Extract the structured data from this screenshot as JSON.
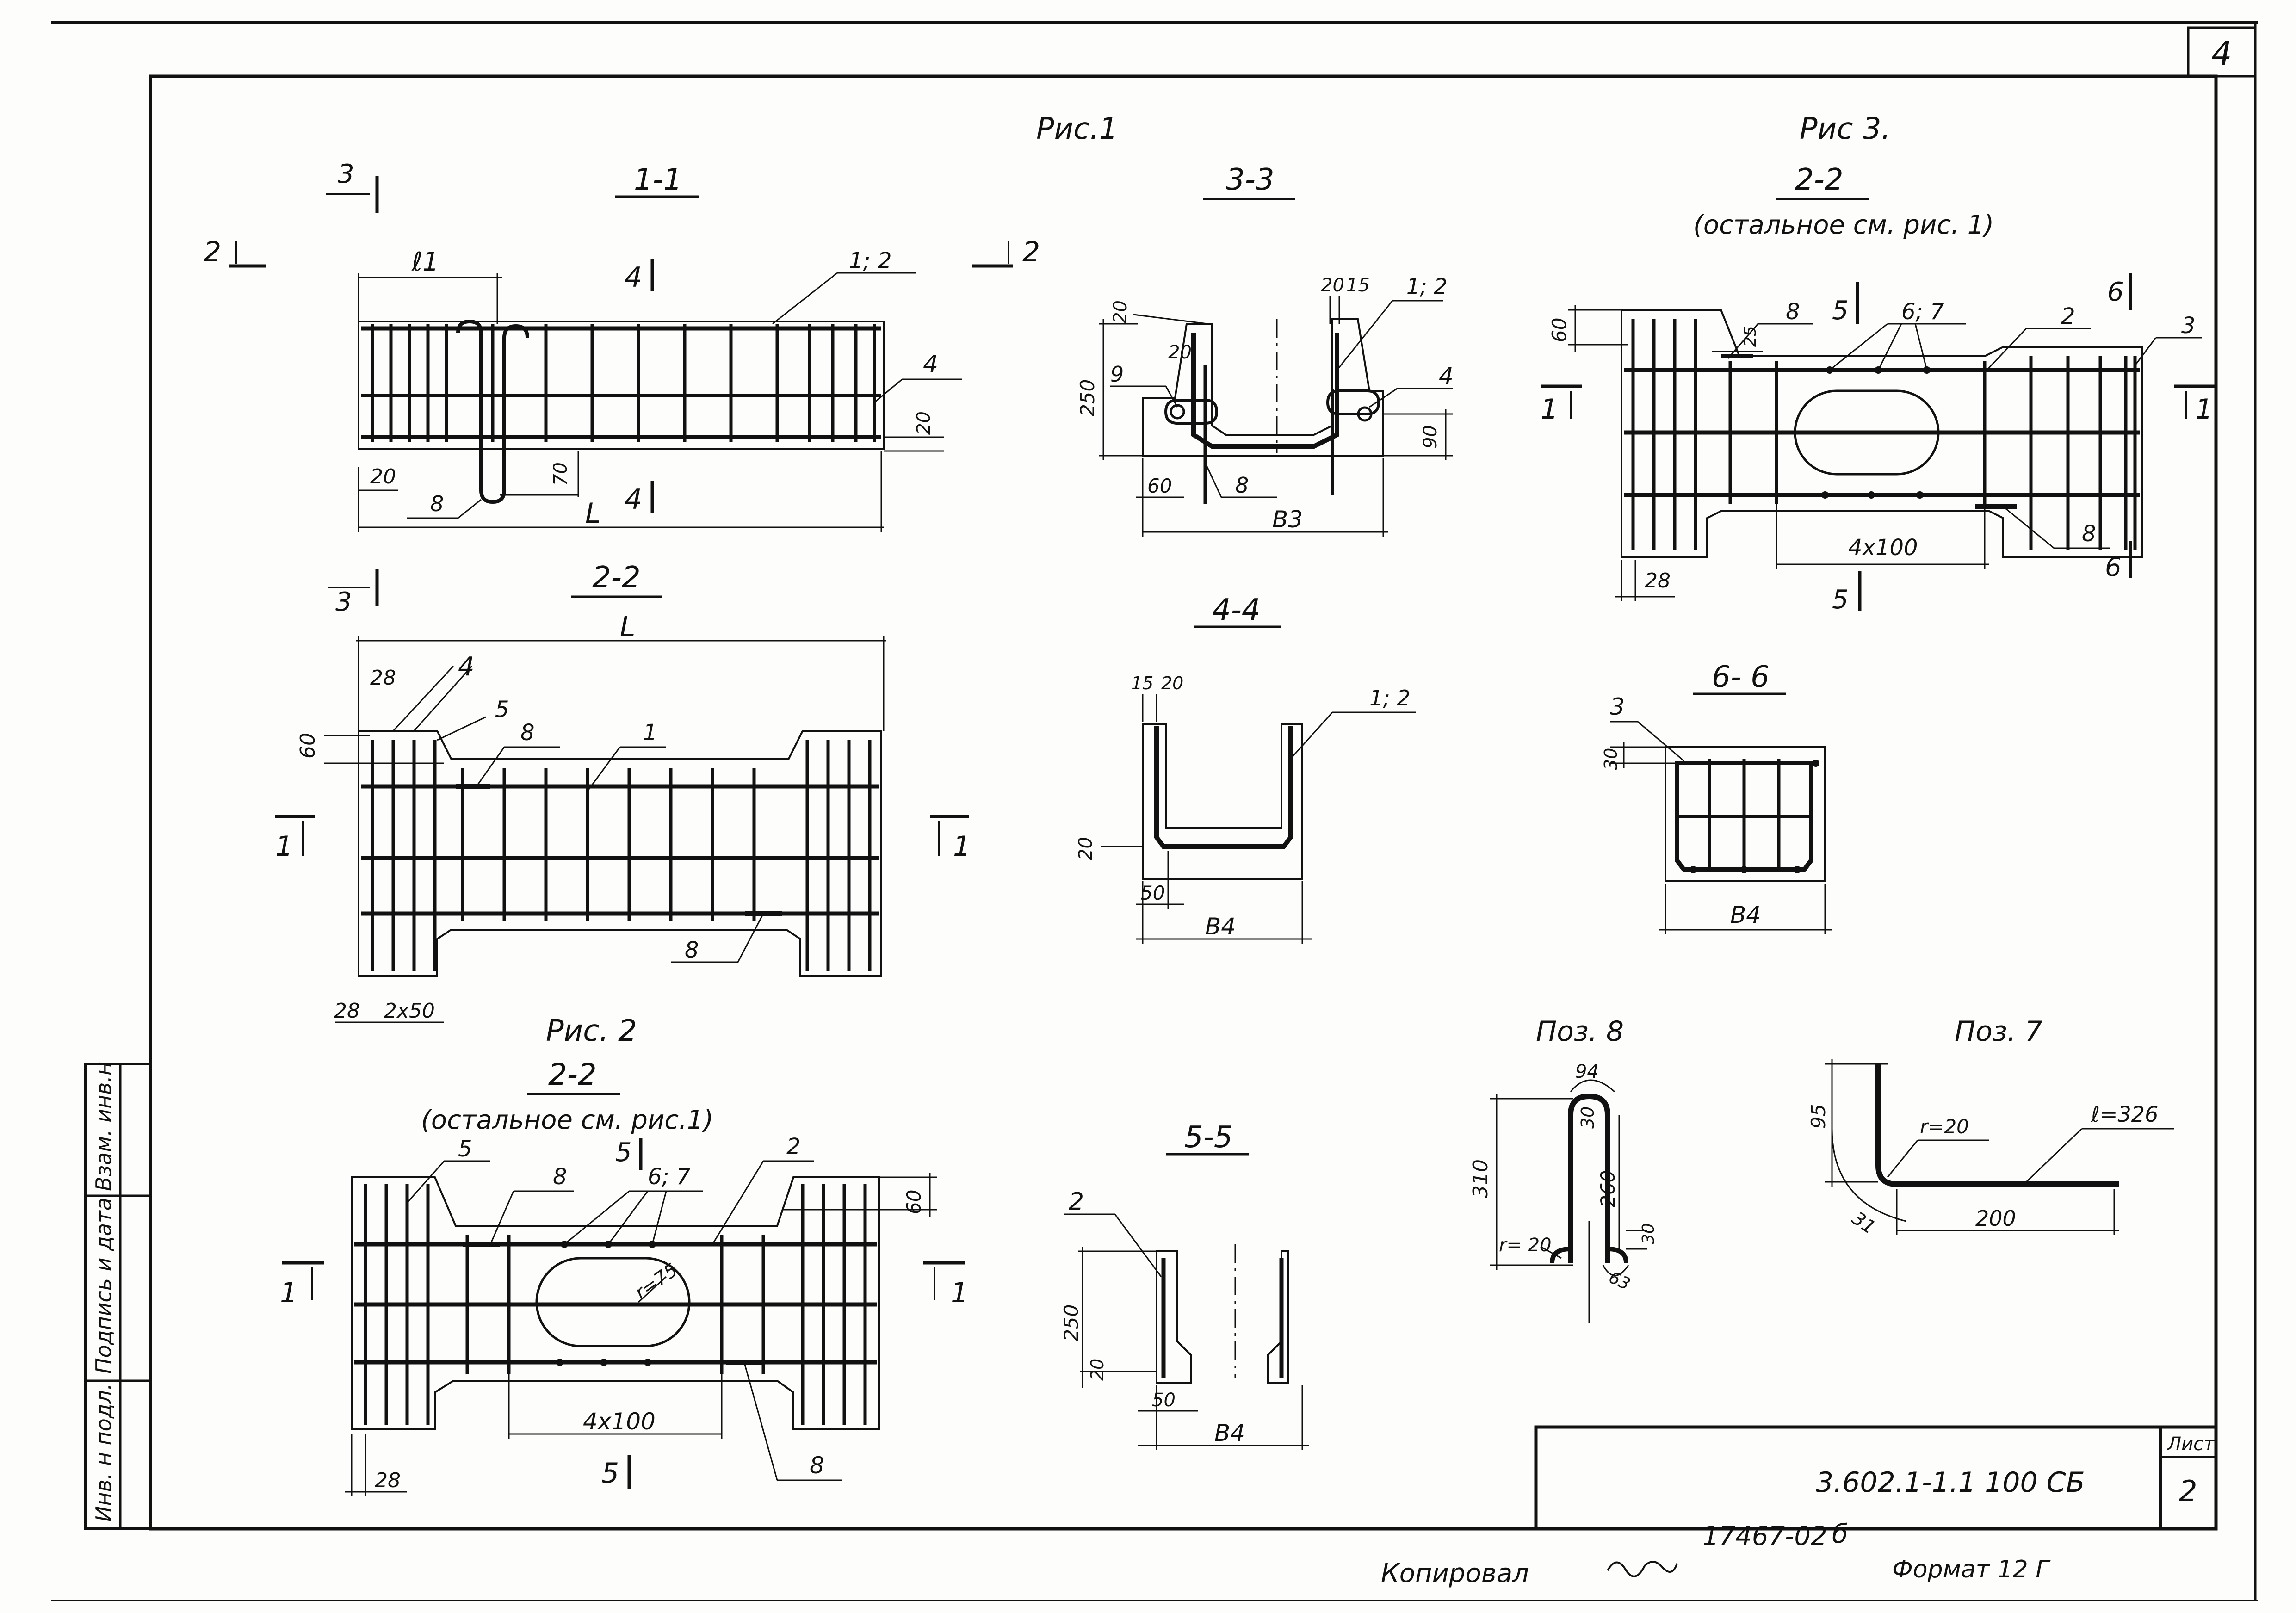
{
  "sheet_corner_number": "4",
  "figures": {
    "fig1": "Рис.1",
    "fig2": "Рис. 2",
    "fig3": "Рис 3."
  },
  "fig1": {
    "section_1_1": {
      "title": "1-1",
      "cut_3": "3",
      "cut_2_left": "2",
      "cut_2_right": "2",
      "cut_4_top": "4",
      "cut_4_bottom": "4",
      "dim_l1": "ℓ1",
      "dim_L": "L",
      "dim_20_bottom": "20",
      "dim_70": "70",
      "dim_20_right": "20",
      "leader_12": "1; 2",
      "leader_4": "4",
      "leader_8": "8"
    },
    "section_2_2": {
      "title": "2-2",
      "cut_1_left": "1",
      "cut_1_right": "1",
      "dim_L": "L",
      "dim_28_top": "28",
      "dim_60": "60",
      "dim_28_bottom": "28",
      "dim_2x50": "2x50",
      "leader_4": "4",
      "leader_5": "5",
      "leader_8_top": "8",
      "leader_1": "1",
      "leader_8_bottom": "8"
    },
    "section_3_3": {
      "title": "3-3",
      "dim_20a": "20",
      "dim_20b": "20",
      "dim_15": "15",
      "dim_20c": "20",
      "dim_250": "250",
      "dim_60": "60",
      "dim_90": "90",
      "dim_B3": "B3",
      "leader_12": "1; 2",
      "leader_9": "9",
      "leader_4": "4",
      "leader_8": "8"
    },
    "section_4_4": {
      "title": "4-4",
      "dim_15": "15",
      "dim_20": "20",
      "dim_20_side": "20",
      "dim_50": "50",
      "dim_B4": "B4",
      "leader_12": "1; 2"
    },
    "section_5_5": {
      "title": "5-5",
      "leader_2": "2",
      "dim_250": "250",
      "dim_20": "20",
      "dim_50": "50",
      "dim_B4": "B4"
    }
  },
  "fig2": {
    "title": "2-2",
    "note": "(остальное см. рис.1)",
    "cut_1_left": "1",
    "cut_1_right": "1",
    "cut_5_top": "5",
    "cut_5_bottom": "5",
    "leader_5": "5",
    "leader_8_top": "8",
    "leader_67": "6; 7",
    "leader_2": "2",
    "leader_8_bottom": "8",
    "dim_60": "60",
    "dim_r75": "r=75",
    "dim_4x100": "4x100",
    "dim_28": "28"
  },
  "fig3": {
    "title": "2-2",
    "note": "(остальное см. рис. 1)",
    "cut_1_left": "1",
    "cut_1_right": "1",
    "cut_5_top": "5",
    "cut_5_bottom": "5",
    "cut_6_top": "6",
    "cut_6_bottom": "6",
    "dim_60": "60",
    "dim_25": "25",
    "dim_4x100": "4x100",
    "dim_28": "28",
    "leader_8_top": "8",
    "leader_67": "6; 7",
    "leader_2": "2",
    "leader_3": "3",
    "leader_8_bottom": "8",
    "section_6_6": {
      "title": "6- 6",
      "leader_3": "3",
      "dim_30": "30",
      "dim_B4": "B4"
    }
  },
  "poz8": {
    "title": "Поз. 8",
    "dim_94": "94",
    "dim_30a": "30",
    "dim_310": "310",
    "dim_260": "260",
    "dim_r20": "r= 20",
    "dim_30b": "30",
    "dim_63": "63"
  },
  "poz7": {
    "title": "Поз. 7",
    "dim_95": "95",
    "dim_r20": "r=20",
    "dim_l326": "ℓ=326",
    "dim_31": "31",
    "dim_200": "200"
  },
  "side_stamp": {
    "col1": "Инв. н подл.",
    "col2": "Подпись и дата",
    "col3": "Взам. инв.н"
  },
  "title_block": {
    "code": "3.602.1-1.1 100 СБ",
    "sheet_label": "Лист",
    "sheet_number": "2"
  },
  "footer": {
    "copied": "Копировал",
    "order": "17467-02",
    "order_letter": "б",
    "format": "Формат 12 Г"
  }
}
